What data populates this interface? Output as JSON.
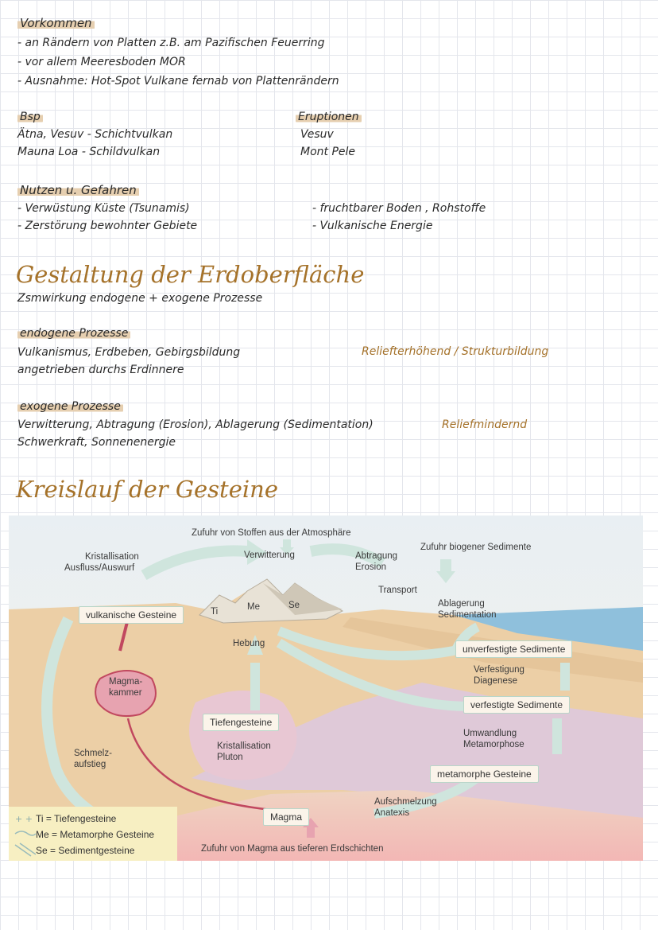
{
  "vorkommen": {
    "heading": "Vorkommen",
    "items": [
      "- an Rändern von Platten   z.B. am Pazifischen Feuerring",
      "- vor allem Meeresboden MOR",
      "- Ausnahme: Hot-Spot Vulkane fernab von Plattenrändern"
    ]
  },
  "bsp": {
    "heading": "Bsp",
    "lines": [
      "Ätna, Vesuv - Schichtvulkan",
      "Mauna Loa - Schildvulkan"
    ]
  },
  "eruptionen": {
    "heading": "Eruptionen",
    "lines": [
      "Vesuv",
      "Mont Pele"
    ]
  },
  "nutzen": {
    "heading": "Nutzen u. Gefahren",
    "left": [
      "- Verwüstung Küste (Tsunamis)",
      "- Zerstörung bewohnter Gebiete"
    ],
    "right": [
      "- fruchtbarer Boden , Rohstoffe",
      "- Vulkanische Energie"
    ]
  },
  "gestaltung": {
    "title": "Gestaltung der Erdoberfläche",
    "subtitle": "Zsmwirkung endogene + exogene Prozesse"
  },
  "endogen": {
    "heading": "endogene Prozesse",
    "lines": [
      "Vulkanismus, Erdbeben, Gebirgsbildung",
      "angetrieben durchs Erdinnere"
    ],
    "note": "Reliefterhöhend / Strukturbildung"
  },
  "exogen": {
    "heading": "exogene Prozesse",
    "lines": [
      "Verwitterung, Abtragung (Erosion), Ablagerung (Sedimentation)",
      "Schwerkraft, Sonnenenergie"
    ],
    "note": "Reliefmindernd"
  },
  "kreislauf": {
    "title": "Kreislauf der Gesteine"
  },
  "diagram": {
    "labels": {
      "atmosphaere": "Zufuhr von Stoffen aus der Atmosphäre",
      "verwitterung": "Verwitterung",
      "abtragung": "Abtragung",
      "erosion": "Erosion",
      "biogen": "Zufuhr biogener Sedimente",
      "kristallisation": "Kristallisation",
      "ausfluss": "Ausfluss/Auswurf",
      "transport": "Transport",
      "ablagerung": "Ablagerung",
      "sedimentation": "Sedimentation",
      "ti": "Ti",
      "me": "Me",
      "se": "Se",
      "hebung": "Hebung",
      "magmakammer_1": "Magma-",
      "magmakammer_2": "kammer",
      "verfestigung": "Verfestigung",
      "diagenese": "Diagenese",
      "kristallisation_pluton_1": "Kristallisation",
      "kristallisation_pluton_2": "Pluton",
      "schmelz_1": "Schmelz-",
      "schmelz_2": "aufstieg",
      "umwandlung": "Umwandlung",
      "metamorphose": "Metamorphose",
      "aufschmelzung": "Aufschmelzung",
      "anatexis": "Anatexis",
      "zufuhr_magma": "Zufuhr von Magma aus tieferen Erdschichten"
    },
    "boxes": {
      "vulkanisch": "vulkanische Gesteine",
      "unverfestigt": "unverfestigte Sedimente",
      "verfestigt": "verfestigte Sedimente",
      "tiefengesteine": "Tiefengesteine",
      "metamorph": "metamorphe Gesteine",
      "magma": "Magma"
    },
    "legend": [
      "Ti  = Tiefengesteine",
      "Me = Metamorphe Gesteine",
      "Se  = Sedimentgesteine"
    ]
  }
}
